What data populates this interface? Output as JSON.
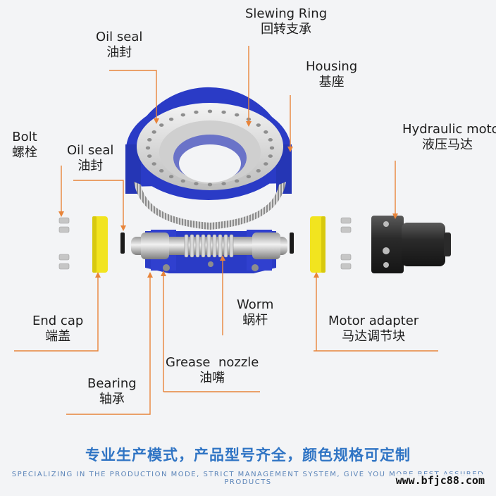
{
  "labels": {
    "slewing_ring": {
      "en": "Slewing Ring",
      "cn": "回转支承"
    },
    "oil_seal_top": {
      "en": "Oil seal",
      "cn": "油封"
    },
    "housing": {
      "en": "Housing",
      "cn": "基座"
    },
    "bolt": {
      "en": "Bolt",
      "cn": "螺栓"
    },
    "oil_seal_side": {
      "en": "Oil seal",
      "cn": "油封"
    },
    "hydraulic_motor": {
      "en": "Hydraulic moto",
      "cn": "液压马达"
    },
    "end_cap": {
      "en": "End cap",
      "cn": "端盖"
    },
    "worm": {
      "en": "Worm",
      "cn": "蜗杆"
    },
    "motor_adapter": {
      "en": "Motor adapter",
      "cn": "马达调节块"
    },
    "grease_nozzle": {
      "en": "Grease  nozzle",
      "cn": "油嘴"
    },
    "bearing": {
      "en": "Bearing",
      "cn": "轴承"
    }
  },
  "footer": {
    "cn": "专业生产模式，产品型号齐全，颜色规格可定制",
    "en": "SPECIALIZING IN THE PRODUCTION MODE, STRICT MANAGEMENT SYSTEM, GIVE YOU MORE BEST ASSURED PRODUCTS"
  },
  "watermark": "www.bfjc88.com",
  "colors": {
    "leader": "#e8843a",
    "housing_blue": "#2a3bc6",
    "end_cap_yellow": "#f2e41f",
    "footer_blue": "#2f74c4"
  }
}
